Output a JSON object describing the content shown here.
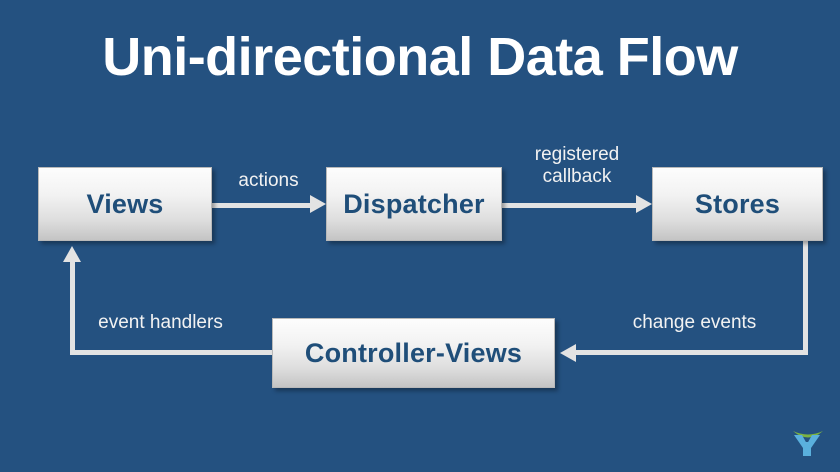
{
  "slide": {
    "title": "Uni-directional Data Flow",
    "background_color": "#245180",
    "text_color": "#ffffff"
  },
  "diagram": {
    "type": "flow-diagram",
    "node_text_color": "#1f4e79",
    "connector_color": "#e3e3e3",
    "nodes": [
      {
        "id": "views",
        "label": "Views"
      },
      {
        "id": "dispatcher",
        "label": "Dispatcher"
      },
      {
        "id": "stores",
        "label": "Stores"
      },
      {
        "id": "controller-views",
        "label": "Controller-Views"
      }
    ],
    "edges": [
      {
        "from": "views",
        "to": "dispatcher",
        "label": "actions"
      },
      {
        "from": "dispatcher",
        "to": "stores",
        "label": "registered\ncallback"
      },
      {
        "from": "stores",
        "to": "controller-views",
        "label": "change events"
      },
      {
        "from": "controller-views",
        "to": "views",
        "label": "event handlers"
      }
    ]
  },
  "logo": {
    "name": "company-logo",
    "arc_color": "#7cb342",
    "figure_color": "#5ab0dd"
  }
}
